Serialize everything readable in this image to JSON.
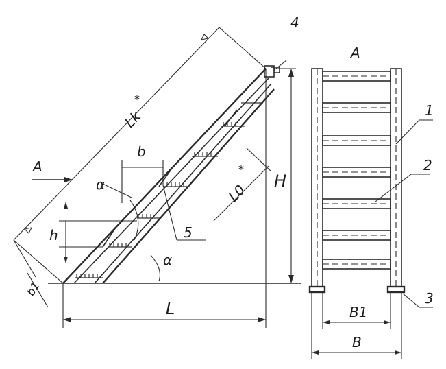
{
  "labels": {
    "view_side": "A",
    "view_front": "A",
    "length_incline": "Lk",
    "length_incline_mark": "*",
    "length_flight": "L0",
    "length_flight_mark": "*",
    "step_pitch": "b",
    "angle_top": "α",
    "angle_bottom": "α",
    "riser_height": "h",
    "height_total": "H",
    "base_length": "L",
    "width_stringer": "b1",
    "inner_width": "B1",
    "outer_width": "B",
    "callout_1": "1",
    "callout_2": "2",
    "callout_3": "3",
    "callout_4": "4",
    "callout_5": "5"
  },
  "colors": {
    "ink": "#2a2a2a",
    "paper": "#ffffff"
  }
}
